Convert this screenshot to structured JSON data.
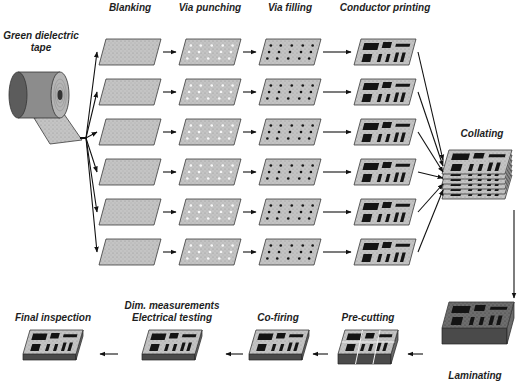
{
  "diagram": {
    "nodes": [
      {
        "text": [
          "Green dielectric tape"
        ]
      },
      {
        "text": [
          "Blanking"
        ]
      },
      {
        "text": [
          "Via punching"
        ]
      },
      {
        "text": [
          "Via filling"
        ]
      },
      {
        "text": [
          "Conductor printing"
        ]
      },
      {
        "text": [
          "Collating"
        ]
      },
      {
        "text": [
          "Laminating"
        ]
      },
      {
        "text": [
          "Pre-cutting"
        ]
      },
      {
        "text": [
          "Co-firing"
        ]
      },
      {
        "text": [
          "Dim. measurements Electrical testing"
        ]
      },
      {
        "text": [
          "Final inspection"
        ]
      }
    ],
    "edges": [
      {
        "from": 0,
        "to": 1,
        "arrow": "to"
      },
      {
        "from": 1,
        "to": 2,
        "arrow": "to"
      },
      {
        "from": 2,
        "to": 3,
        "arrow": "to"
      },
      {
        "from": 3,
        "to": 4,
        "arrow": "to"
      },
      {
        "from": 4,
        "to": 5,
        "arrow": "to"
      },
      {
        "from": 5,
        "to": 6,
        "arrow": "to"
      },
      {
        "from": 6,
        "to": 7,
        "arrow": "to"
      },
      {
        "from": 7,
        "to": 8,
        "arrow": "to"
      },
      {
        "from": 8,
        "to": 9,
        "arrow": "to"
      },
      {
        "from": 9,
        "to": 10,
        "arrow": "to"
      }
    ]
  }
}
